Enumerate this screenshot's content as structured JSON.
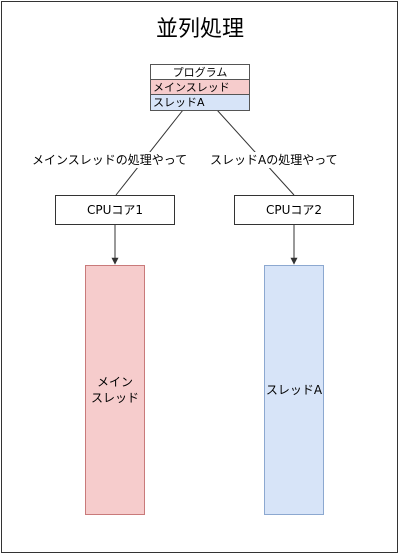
{
  "title": "並列処理",
  "program": {
    "header": "プログラム",
    "rows": [
      "メインスレッド",
      "スレッドA"
    ]
  },
  "edges": {
    "left_label": "メインスレッドの処理やって",
    "right_label": "スレッドAの処理やって"
  },
  "cores": {
    "left": "CPUコア1",
    "right": "CPUコア2"
  },
  "lanes": {
    "left_line1": "メイン",
    "left_line2": "スレッド",
    "right": "スレッドA"
  },
  "colors": {
    "main_thread_fill": "#f6cccc",
    "thread_a_fill": "#d7e4f8"
  }
}
